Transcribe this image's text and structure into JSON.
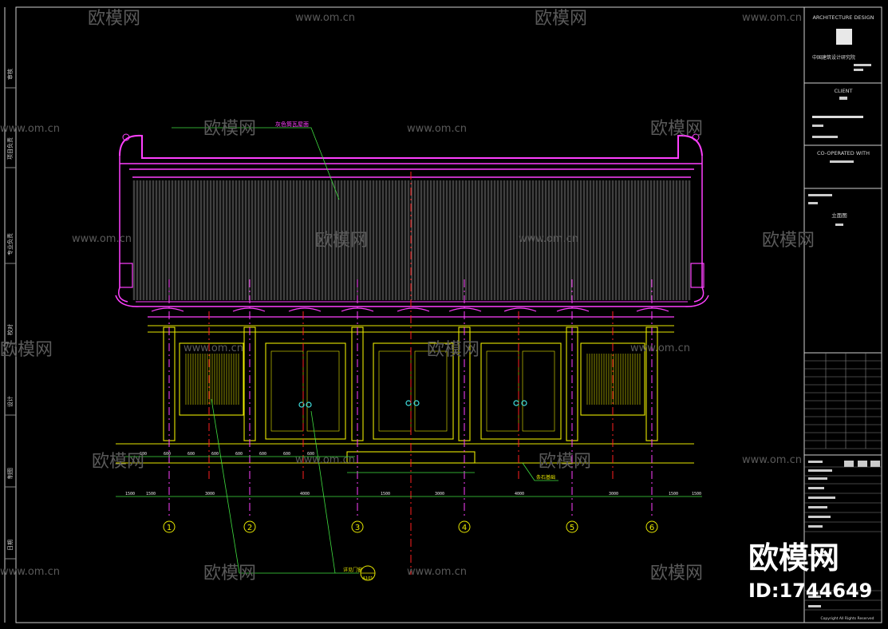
{
  "title_block": {
    "firm_en": "ARCHITECTURE DESIGN",
    "firm_cn": "中国建筑设计研究院",
    "client_en": "CLIENT",
    "cooperated_en": "CO-OPERATED WITH",
    "drawing_title": "立面图"
  },
  "labels": {
    "roof_note": "灰色筒瓦屋面",
    "ground_note": "条石基础",
    "door_note": "详见门窗",
    "detail_ref": "A101"
  },
  "grid_axes": [
    "1",
    "2",
    "3",
    "4",
    "5",
    "6"
  ],
  "dimensions": {
    "bottom": [
      "1500",
      "1500",
      "3000",
      "4000",
      "1500",
      "3000",
      "4000",
      "3000",
      "1500",
      "1500"
    ],
    "base": [
      "600",
      "600",
      "600",
      "600",
      "600",
      "600",
      "600",
      "600"
    ]
  },
  "sidebar_labels": [
    "审核",
    "项目负责",
    "专业负责",
    "校对",
    "设计",
    "制图",
    "日期"
  ],
  "watermarks": {
    "site": "www.om.cn",
    "brand": "欧模网",
    "id_label": "ID:1744649"
  },
  "copyright": "Copyright All Rights Reserved"
}
